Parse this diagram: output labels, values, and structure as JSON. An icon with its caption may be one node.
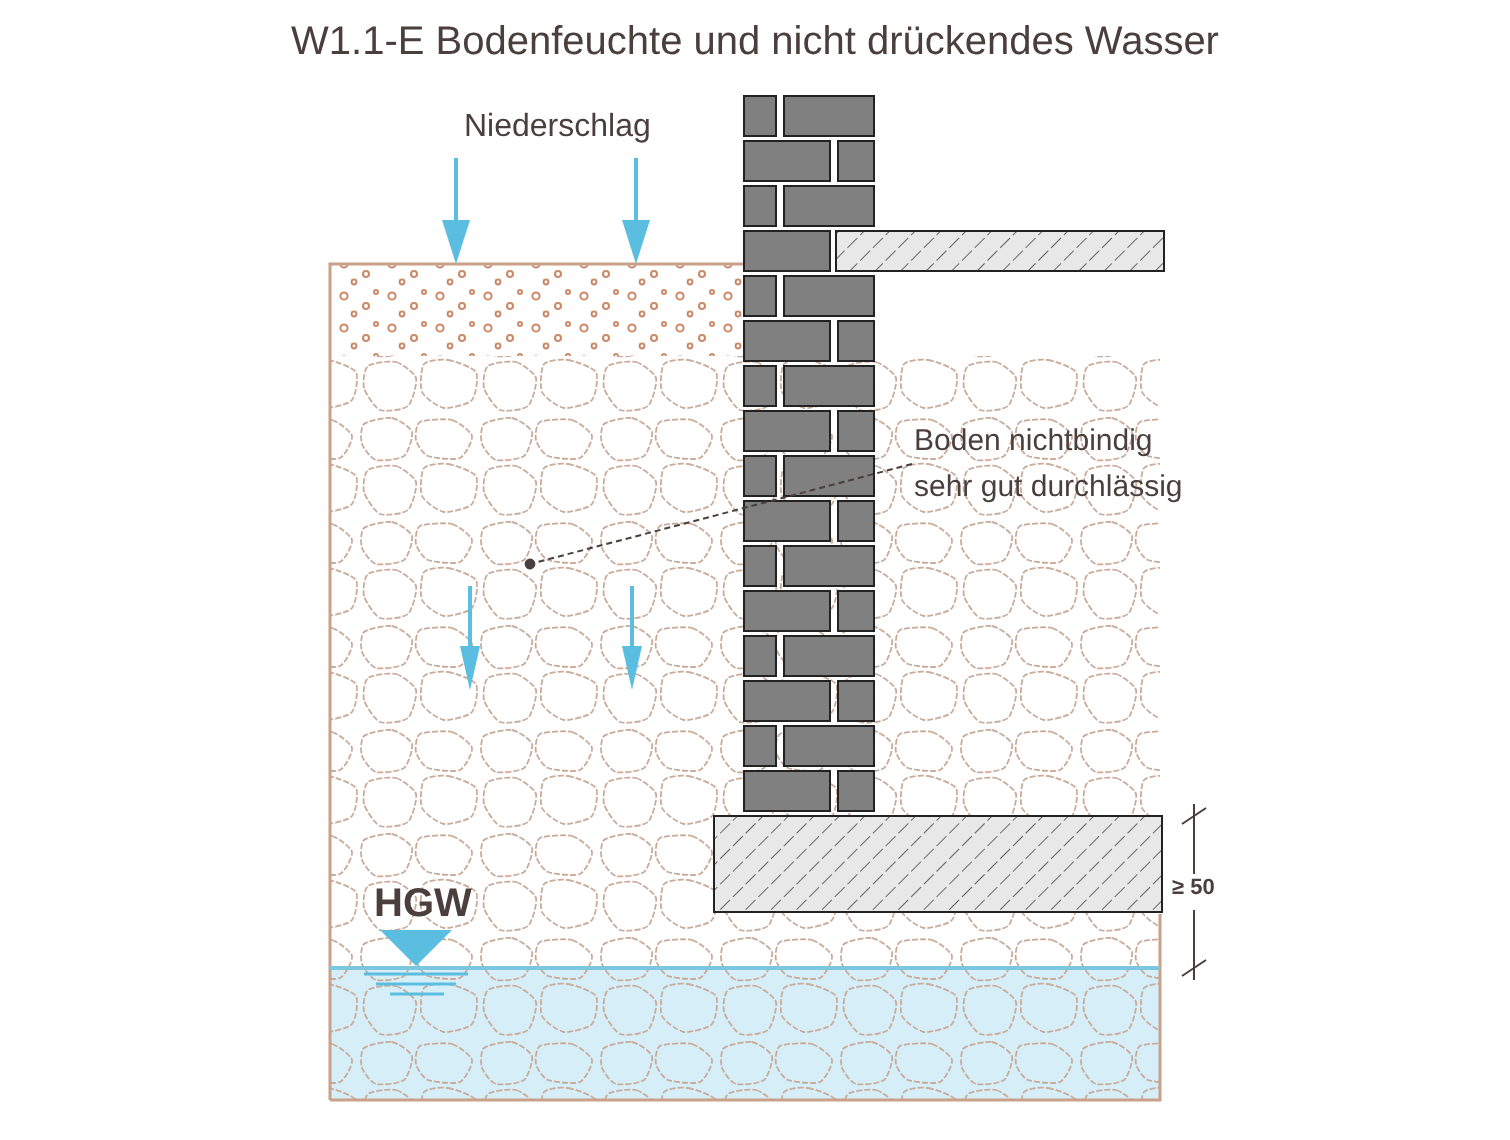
{
  "diagram": {
    "title": "W1.1-E Bodenfeuchte und nicht drückendes Wasser",
    "nodes": [
      {
        "text": [
          "Boden nichtbindig sehr gut durchlässig"
        ]
      },
      {
        "text": [],
        "shape": "picture"
      }
    ],
    "edges": [
      {
        "from": 0,
        "to": 1,
        "arrow": "other",
        "style": "dashed"
      }
    ],
    "labels": [
      "Niederschlag",
      "HGW",
      "≥ 50"
    ]
  }
}
